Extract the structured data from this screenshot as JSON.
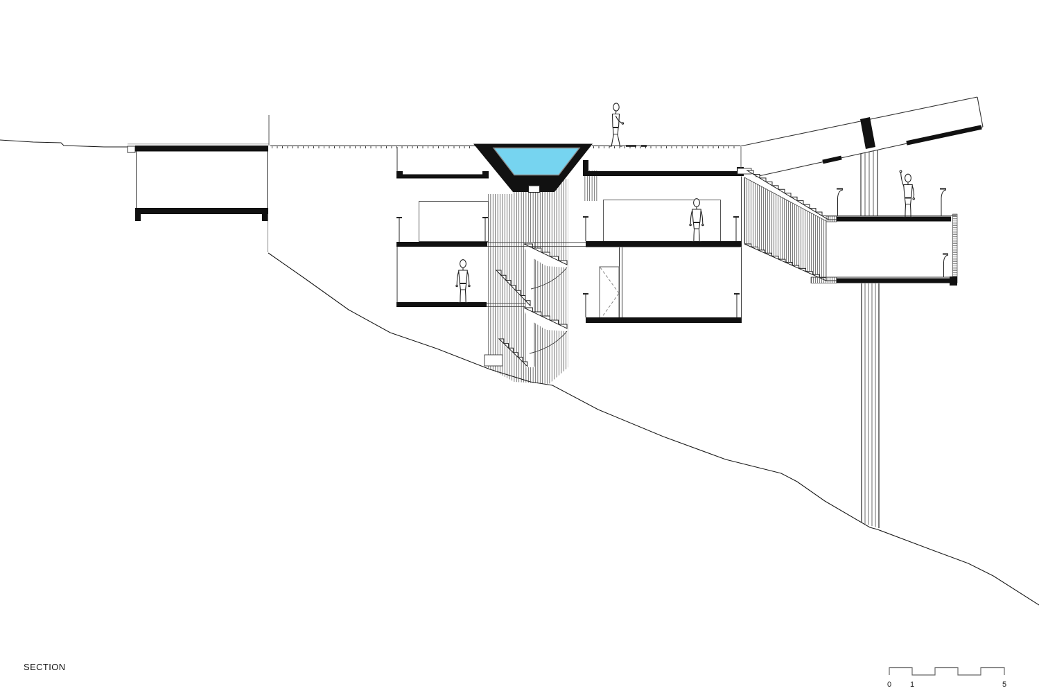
{
  "meta": {
    "drawing_type": "architectural cross-section of a cliffside house",
    "orientation": "hillside sloping down from left to right"
  },
  "title": {
    "label": "SECTION"
  },
  "scale_bar": {
    "labels": {
      "zero": "0",
      "one": "1",
      "five": "5"
    },
    "total_meters": 5,
    "style": "alternating crenellated bar, 1m modules"
  },
  "colors": {
    "background": "#ffffff",
    "line": "#1a1a1a",
    "line_light": "#777777",
    "pool_water": "#76d4f0",
    "scale_bar": "#666666"
  },
  "elements": {
    "left_pavilion": "enclosed room embedded at grade, left side",
    "pool": "tapered concrete pool basin set into deck, filled with water",
    "spiral_stair": "spiral staircase wrapped in vertical slat screen descending the cliff",
    "mid_rooms": "two stacked rooms left of stair, two stacked rooms right of stair",
    "right_stair": "two straight flights with slatted balustrade descending to terraces",
    "roof_canopy": "inclined roof plane rising to the upper right",
    "terrace": "cantilevered viewing platforms on slender mast over the slope"
  },
  "figures": [
    {
      "name": "figure-pool-deck",
      "pose": "walking"
    },
    {
      "name": "figure-lower-left-room",
      "pose": "standing"
    },
    {
      "name": "figure-mid-right-room",
      "pose": "standing"
    },
    {
      "name": "figure-terrace",
      "pose": "waving"
    }
  ]
}
